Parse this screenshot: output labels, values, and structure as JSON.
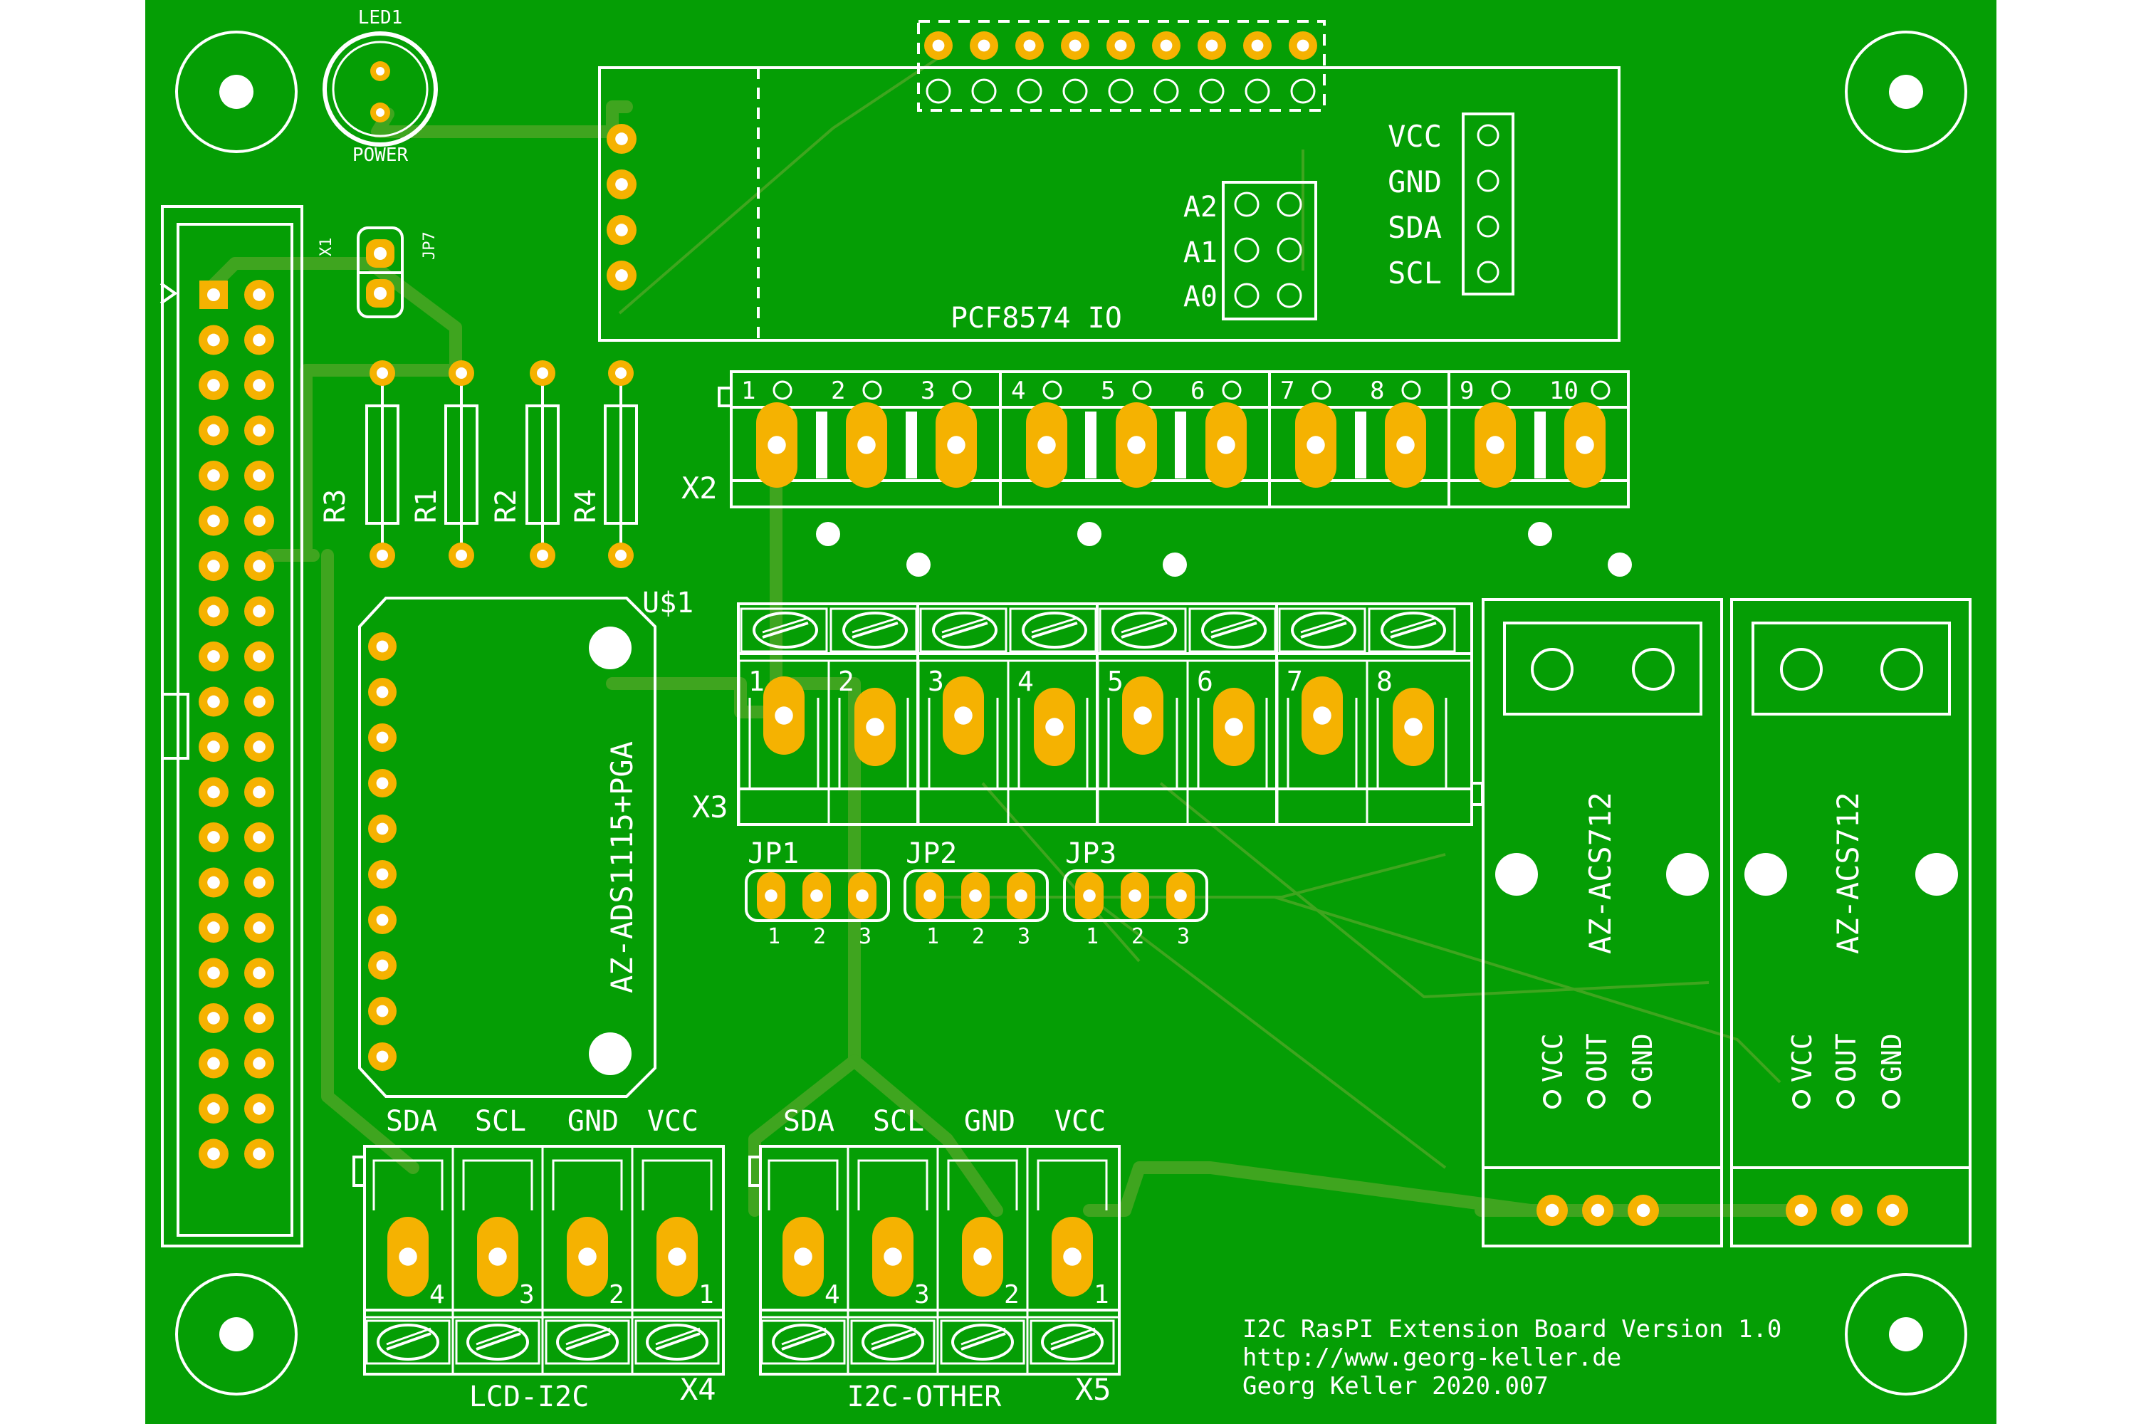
{
  "colors": {
    "board": "#059e05",
    "copper": "#f5b201",
    "silk": "#ffffff",
    "trace": "#3fa51f"
  },
  "labels": {
    "led1": "LED1",
    "power": "POWER",
    "x1": "X1",
    "jp7": "JP7",
    "r1": "R1",
    "r2": "R2",
    "r3": "R3",
    "r4": "R4",
    "pcf": "PCF8574 IO",
    "a2": "A2",
    "a1": "A1",
    "a0": "A0",
    "vcc": "VCC",
    "gnd": "GND",
    "sda": "SDA",
    "scl": "SCL",
    "x2": "X2",
    "x3": "X3",
    "u1": "U$1",
    "ads": "AZ-ADS1115+PGA",
    "jp1": "JP1",
    "jp2": "JP2",
    "jp3": "JP3",
    "acs_a": "AZ-ACS712",
    "acs_b": "AZ-ACS712",
    "acs_vcc": "VCC",
    "acs_out": "OUT",
    "acs_gnd": "GND",
    "x4": "X4",
    "x5": "X5",
    "lcd": "LCD-I2C",
    "other": "I2C-OTHER",
    "x4_sda": "SDA",
    "x4_scl": "SCL",
    "x4_gnd": "GND",
    "x4_vcc": "VCC",
    "x5_sda": "SDA",
    "x5_scl": "SCL",
    "x5_gnd": "GND",
    "x5_vcc": "VCC"
  },
  "x2_numbers": [
    "1",
    "2",
    "3",
    "4",
    "5",
    "6",
    "7",
    "8",
    "9",
    "10"
  ],
  "x3_numbers": [
    "1",
    "2",
    "3",
    "4",
    "5",
    "6",
    "7",
    "8"
  ],
  "jp_numbers": [
    "1",
    "2",
    "3"
  ],
  "x45_numbers": [
    "4",
    "3",
    "2",
    "1"
  ],
  "footer": {
    "line1": "I2C RasPI Extension Board Version 1.0",
    "line2": "http://www.georg-keller.de",
    "line3": "Georg Keller 2020.007"
  }
}
